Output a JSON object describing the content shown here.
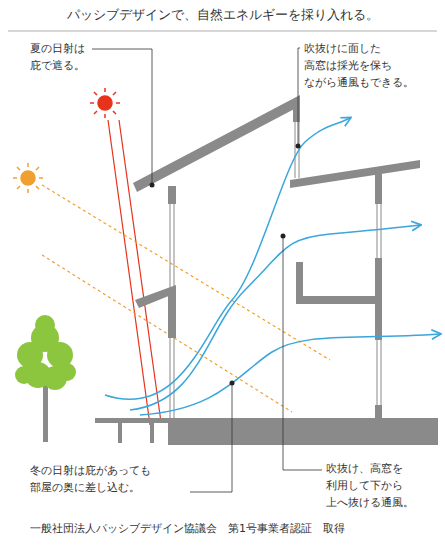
{
  "diagram": {
    "title": "パッシブデザインで、自然エネルギーを採り入れる。",
    "caption": "一般社団法人パッシブデザイン協議会　第1号事業者認証　取得",
    "labels": [
      "夏の日射は 庇で遮る。",
      "吹抜けに面した 高窓は採光を保ち ながら通風もできる。",
      "冬の日射は庇があっても 部屋の奥に差し込む。",
      "吹抜け、高窓を 利用して下から 上へ抜ける通風。"
    ]
  }
}
